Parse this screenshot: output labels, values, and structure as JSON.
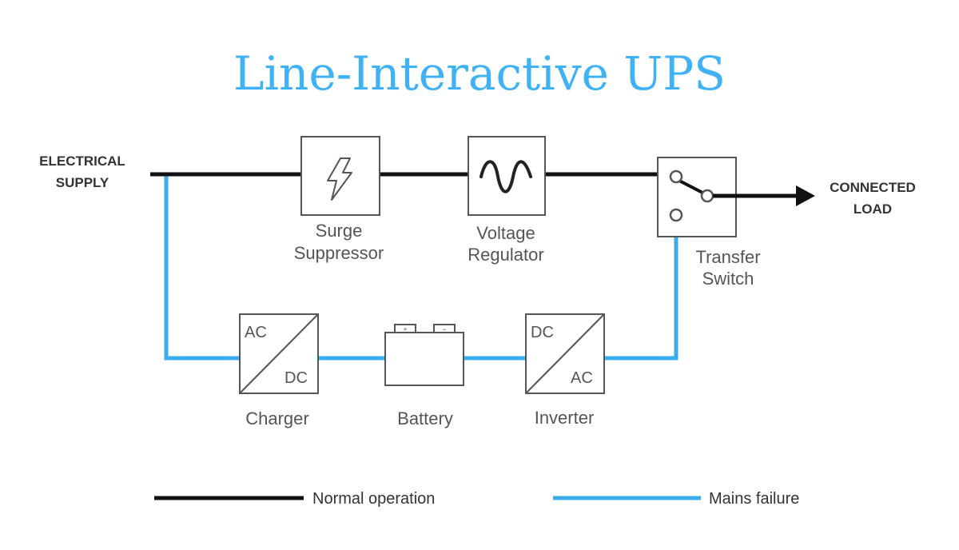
{
  "title": "Line-Interactive UPS",
  "colors": {
    "title": "#3fb2f5",
    "normal": "#111111",
    "failure": "#39acee",
    "box": "#555555"
  },
  "supply": {
    "line1": "ELECTRICAL",
    "line2": "SUPPLY"
  },
  "load": {
    "line1": "CONNECTED",
    "line2": "LOAD"
  },
  "components": {
    "surge": {
      "line1": "Surge",
      "line2": "Suppressor",
      "icon": "lightning-bolt-icon"
    },
    "regulator": {
      "line1": "Voltage",
      "line2": "Regulator",
      "icon": "sine-wave-icon"
    },
    "switch": {
      "line1": "Transfer",
      "line2": "Switch"
    },
    "charger": {
      "label": "Charger",
      "in": "AC",
      "out": "DC"
    },
    "battery": {
      "label": "Battery",
      "pos": "+",
      "neg": "−"
    },
    "inverter": {
      "label": "Inverter",
      "in": "DC",
      "out": "AC"
    }
  },
  "legend": {
    "normal": "Normal operation",
    "failure": "Mains failure"
  }
}
